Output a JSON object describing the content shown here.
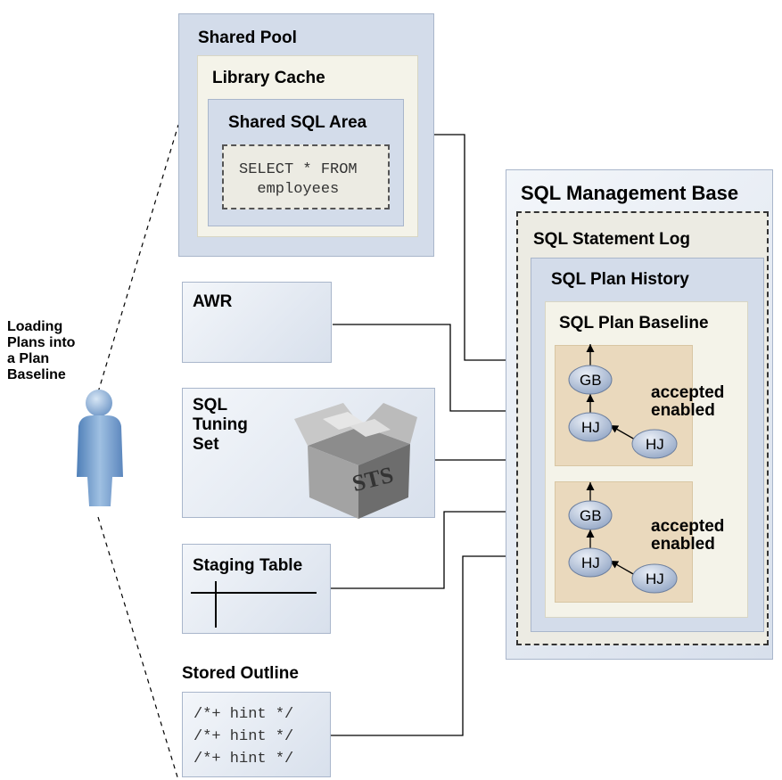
{
  "actor": {
    "caption": [
      "Loading",
      "Plans into",
      "a Plan",
      "Baseline"
    ]
  },
  "shared_pool": {
    "title": "Shared Pool",
    "library_cache": {
      "title": "Library Cache",
      "shared_sql_area": {
        "title": "Shared SQL Area",
        "statement": "SELECT * FROM\n  employees"
      }
    }
  },
  "sources": {
    "awr": {
      "title": "AWR"
    },
    "sts": {
      "title": "SQL\nTuning\nSet",
      "icon_label": "STS"
    },
    "staging_table": {
      "title": "Staging Table"
    },
    "stored_outline": {
      "title": "Stored Outline",
      "hints": "/*+ hint */\n/*+ hint */\n/*+ hint */"
    }
  },
  "smb": {
    "title": "SQL Management Base",
    "statement_log": "SQL Statement Log",
    "plan_history": "SQL Plan History",
    "plan_baseline": "SQL Plan Baseline",
    "plans": [
      {
        "nodes": [
          "GB",
          "HJ",
          "HJ"
        ],
        "status": "accepted\nenabled"
      },
      {
        "nodes": [
          "GB",
          "HJ",
          "HJ"
        ],
        "status": "accepted\nenabled"
      }
    ]
  }
}
